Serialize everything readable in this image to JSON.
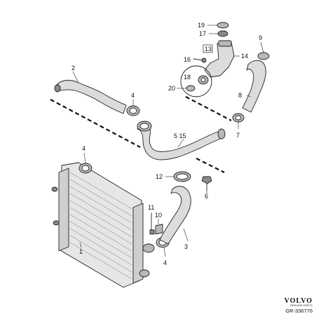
{
  "callouts": {
    "c1": "1",
    "c2": "2",
    "c3": "3",
    "c4a": "4",
    "c4b": "4",
    "c4c": "4",
    "c5_15": "5 15",
    "c6": "6",
    "c7": "7",
    "c8": "8",
    "c9": "9",
    "c10": "10",
    "c11": "11",
    "c12": "12",
    "c13": "13",
    "c14": "14",
    "c16": "16",
    "c17": "17",
    "c18": "18",
    "c19": "19",
    "c20": "20"
  },
  "brand": {
    "logo": "VOLVO",
    "tagline": "GENUINE PARTS",
    "reference": "GR-336776"
  }
}
